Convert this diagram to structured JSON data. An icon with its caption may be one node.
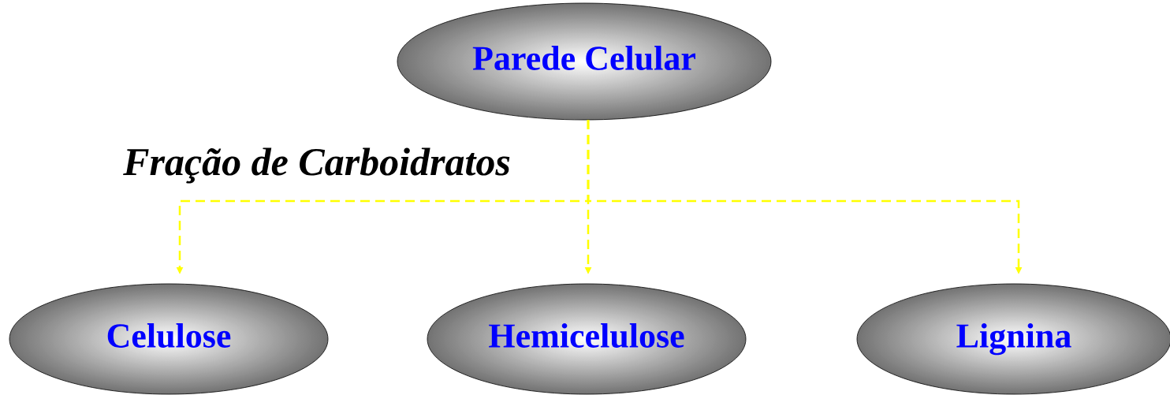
{
  "diagram": {
    "nodes": [
      {
        "text": [
          "Parede Celular"
        ]
      },
      {
        "text": [
          "Celulose"
        ]
      },
      {
        "text": [
          "Hemicelulose"
        ]
      },
      {
        "text": [
          "Lignina"
        ]
      }
    ],
    "edges": [
      {
        "from": 0,
        "to": 1,
        "arrow": "to",
        "style": "dashed"
      },
      {
        "from": 0,
        "to": 2,
        "arrow": "to",
        "style": "dashed"
      },
      {
        "from": 0,
        "to": 3,
        "arrow": "to",
        "style": "dashed"
      }
    ],
    "labels": [
      "Fração de Carboidratos"
    ]
  }
}
